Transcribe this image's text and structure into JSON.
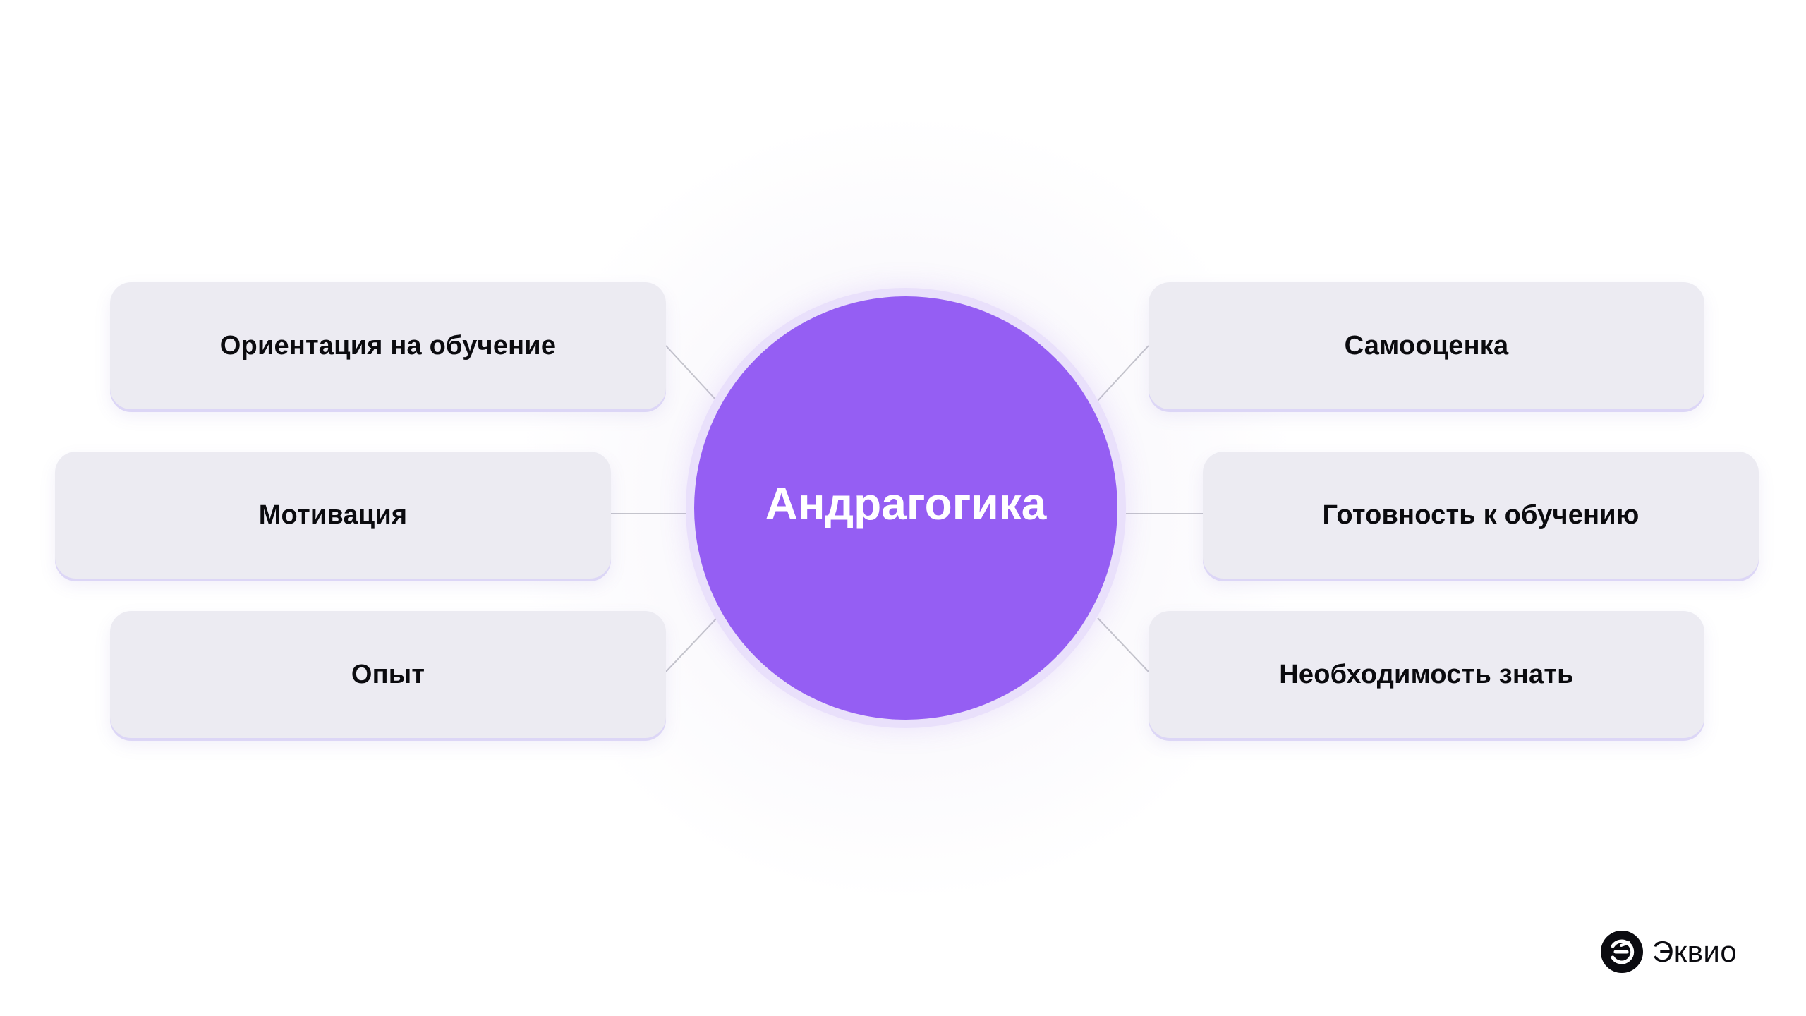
{
  "diagram": {
    "center": {
      "label": "Андрагогика"
    },
    "nodes": [
      {
        "label": "Ориентация на обучение"
      },
      {
        "label": "Мотивация"
      },
      {
        "label": "Опыт"
      },
      {
        "label": "Самооценка"
      },
      {
        "label": "Готовность к обучению"
      },
      {
        "label": "Необходимость знать"
      }
    ]
  },
  "brand": {
    "name": "Эквио",
    "icon": "eqvio-logo-icon"
  },
  "colors": {
    "center_fill": "#955ef3",
    "center_ring": "#e9e0fb",
    "node_fill": "#ecebf2",
    "node_shadow": "#dcd6f6",
    "connector": "#c4c4cc",
    "text": "#0b0b0f"
  }
}
